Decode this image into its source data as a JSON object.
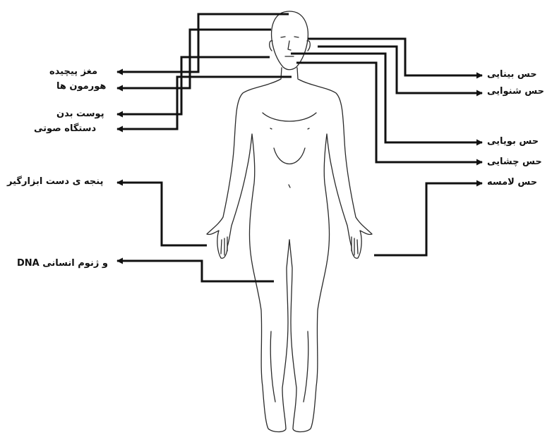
{
  "diagram": {
    "colors": {
      "line": "#111111",
      "body_outline": "#2a2a2a",
      "background": "#ffffff"
    },
    "left_labels": [
      {
        "id": "complex-brain",
        "text": "مغز پیچیده"
      },
      {
        "id": "hormones",
        "text": "هورمون ها"
      },
      {
        "id": "body-skin",
        "text": "پوست بدن"
      },
      {
        "id": "vocal-system",
        "text": "دستگاه صوتی"
      },
      {
        "id": "tool-hand",
        "text": "پنجه ی دست ابزارگیر"
      },
      {
        "id": "dna-genome",
        "text": "DNA و ژنوم انسانی"
      }
    ],
    "right_labels": [
      {
        "id": "sight",
        "text": "حس بینایی"
      },
      {
        "id": "hearing",
        "text": "حس شنوایی"
      },
      {
        "id": "smell",
        "text": "حس بویایی"
      },
      {
        "id": "taste",
        "text": "حس چشایی"
      },
      {
        "id": "touch",
        "text": "حس لامسه"
      }
    ]
  }
}
